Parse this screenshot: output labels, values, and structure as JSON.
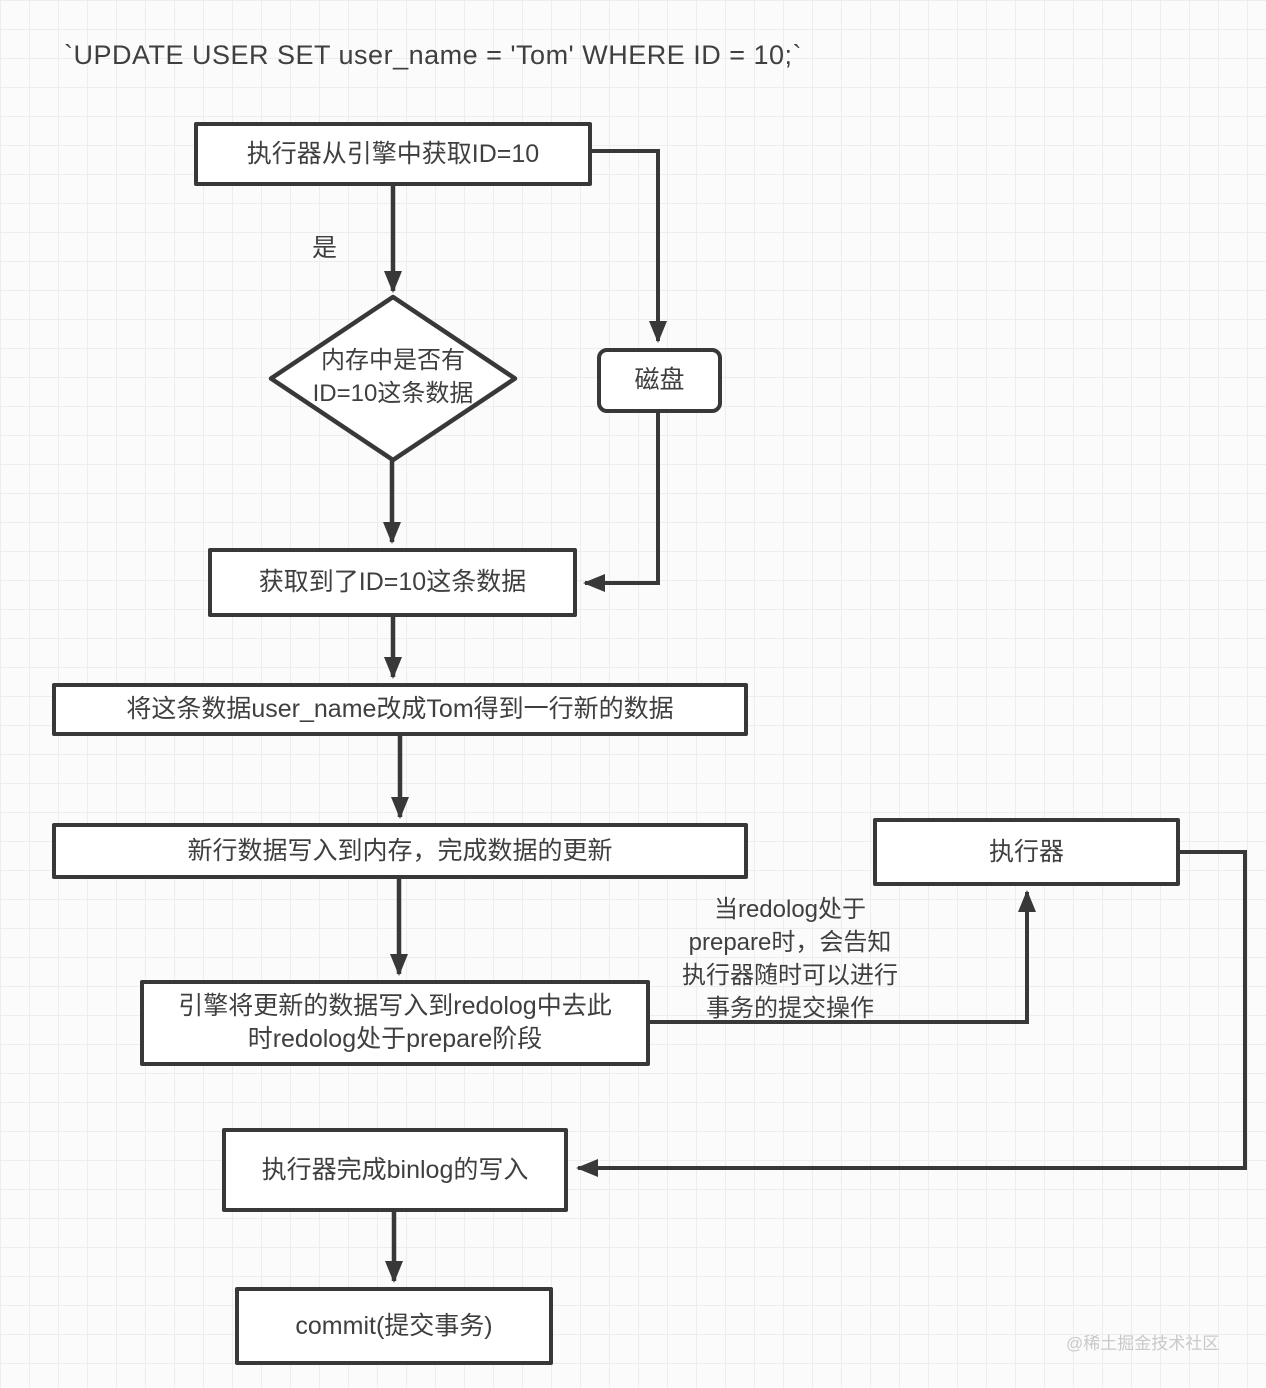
{
  "title": "`UPDATE USER SET user_name = 'Tom' WHERE ID = 10;`",
  "diagram": {
    "nodes": {
      "executor_fetch": "执行器从引擎中获取ID=10",
      "memory_check": "内存中是否有\nID=10这条数据",
      "disk": "磁盘",
      "got_data": "获取到了ID=10这条数据",
      "modify_row": "将这条数据user_name改成Tom得到一行新的数据",
      "write_memory": "新行数据写入到内存，完成数据的更新",
      "executor": "执行器",
      "write_redolog": "引擎将更新的数据写入到redolog中去此\n时redolog处于prepare阶段",
      "write_binlog": "执行器完成binlog的写入",
      "commit": "commit(提交事务)"
    },
    "labels": {
      "yes": "是",
      "prepare_note": "当redolog处于\nprepare时，会告知\n执行器随时可以进行\n事务的提交操作"
    }
  },
  "watermark": "@稀土掘金技术社区",
  "colors": {
    "line": "#383838",
    "box_background": "#ffffff",
    "text": "#3f3f3f",
    "watermark": "#c9c9c9",
    "grid": "#ededed",
    "canvas_background": "#fbfbfb"
  }
}
